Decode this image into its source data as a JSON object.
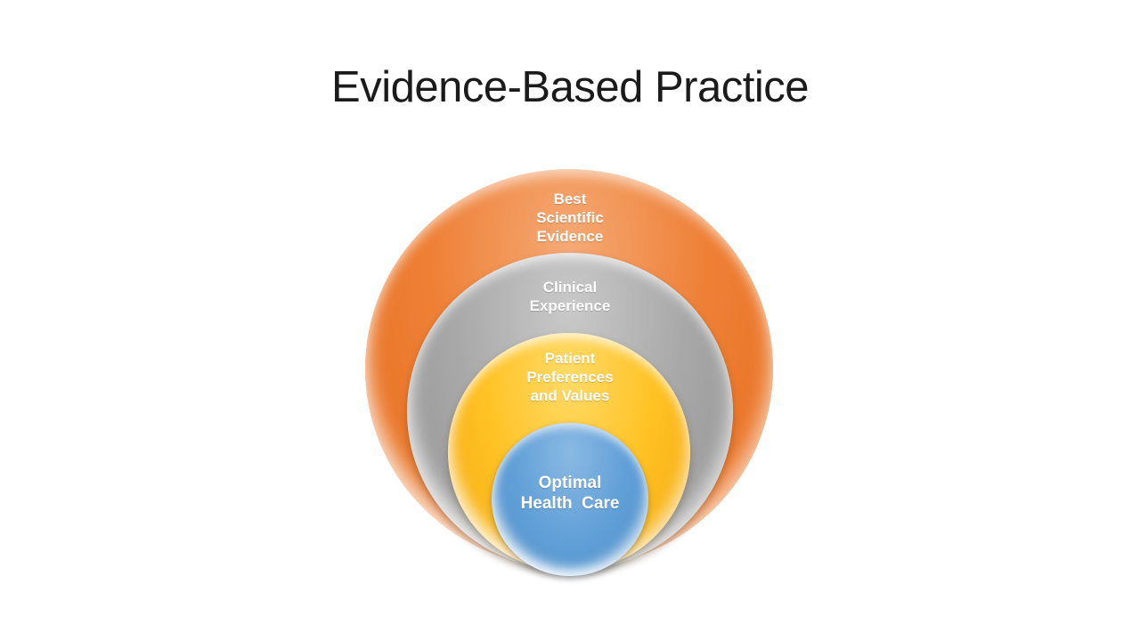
{
  "slide": {
    "title": "Evidence-Based Practice",
    "background_color": "#FFFFFF",
    "title_color": "#1B1B1B"
  },
  "diagram": {
    "type": "stacked-venn",
    "text_color": "#FFFFFF",
    "rings": [
      {
        "label": "Best\nScientific\nEvidence",
        "color": "#ED7D31"
      },
      {
        "label": "Clinical\nExperience",
        "color": "#A6A6A6"
      },
      {
        "label": "Patient\nPreferences\nand Values",
        "color": "#FFC000"
      },
      {
        "label": "Optimal\nHealth  Care",
        "color": "#5B9BD5"
      }
    ]
  }
}
